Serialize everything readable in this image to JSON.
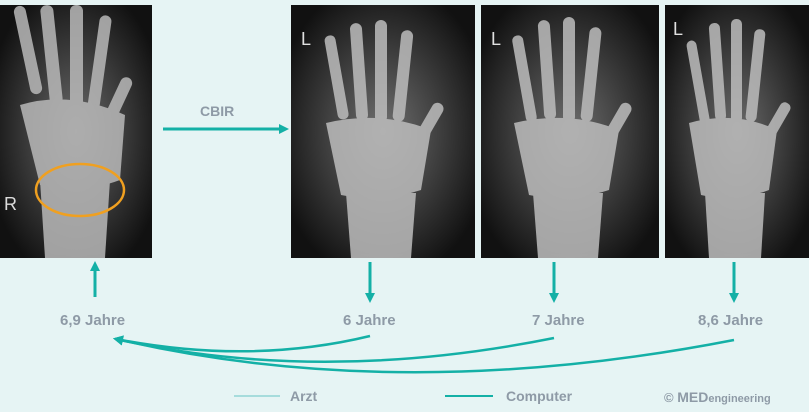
{
  "arrow_color": "#14b0a6",
  "legend_light_color": "#a6dcdc",
  "ellipse_color": "#f0a020",
  "cbir_label": "CBIR",
  "query_image": {
    "age_label": "6,9 Jahre",
    "marker_letter": "R"
  },
  "results": [
    {
      "age_label": "6 Jahre",
      "marker_letter": "L"
    },
    {
      "age_label": "7 Jahre",
      "marker_letter": "L"
    },
    {
      "age_label": "8,6 Jahre",
      "marker_letter": "L"
    }
  ],
  "legend": {
    "arzt": "Arzt",
    "computer": "Computer"
  },
  "copyright": {
    "symbol": "©",
    "brand": "MED",
    "suffix": "engineering"
  }
}
